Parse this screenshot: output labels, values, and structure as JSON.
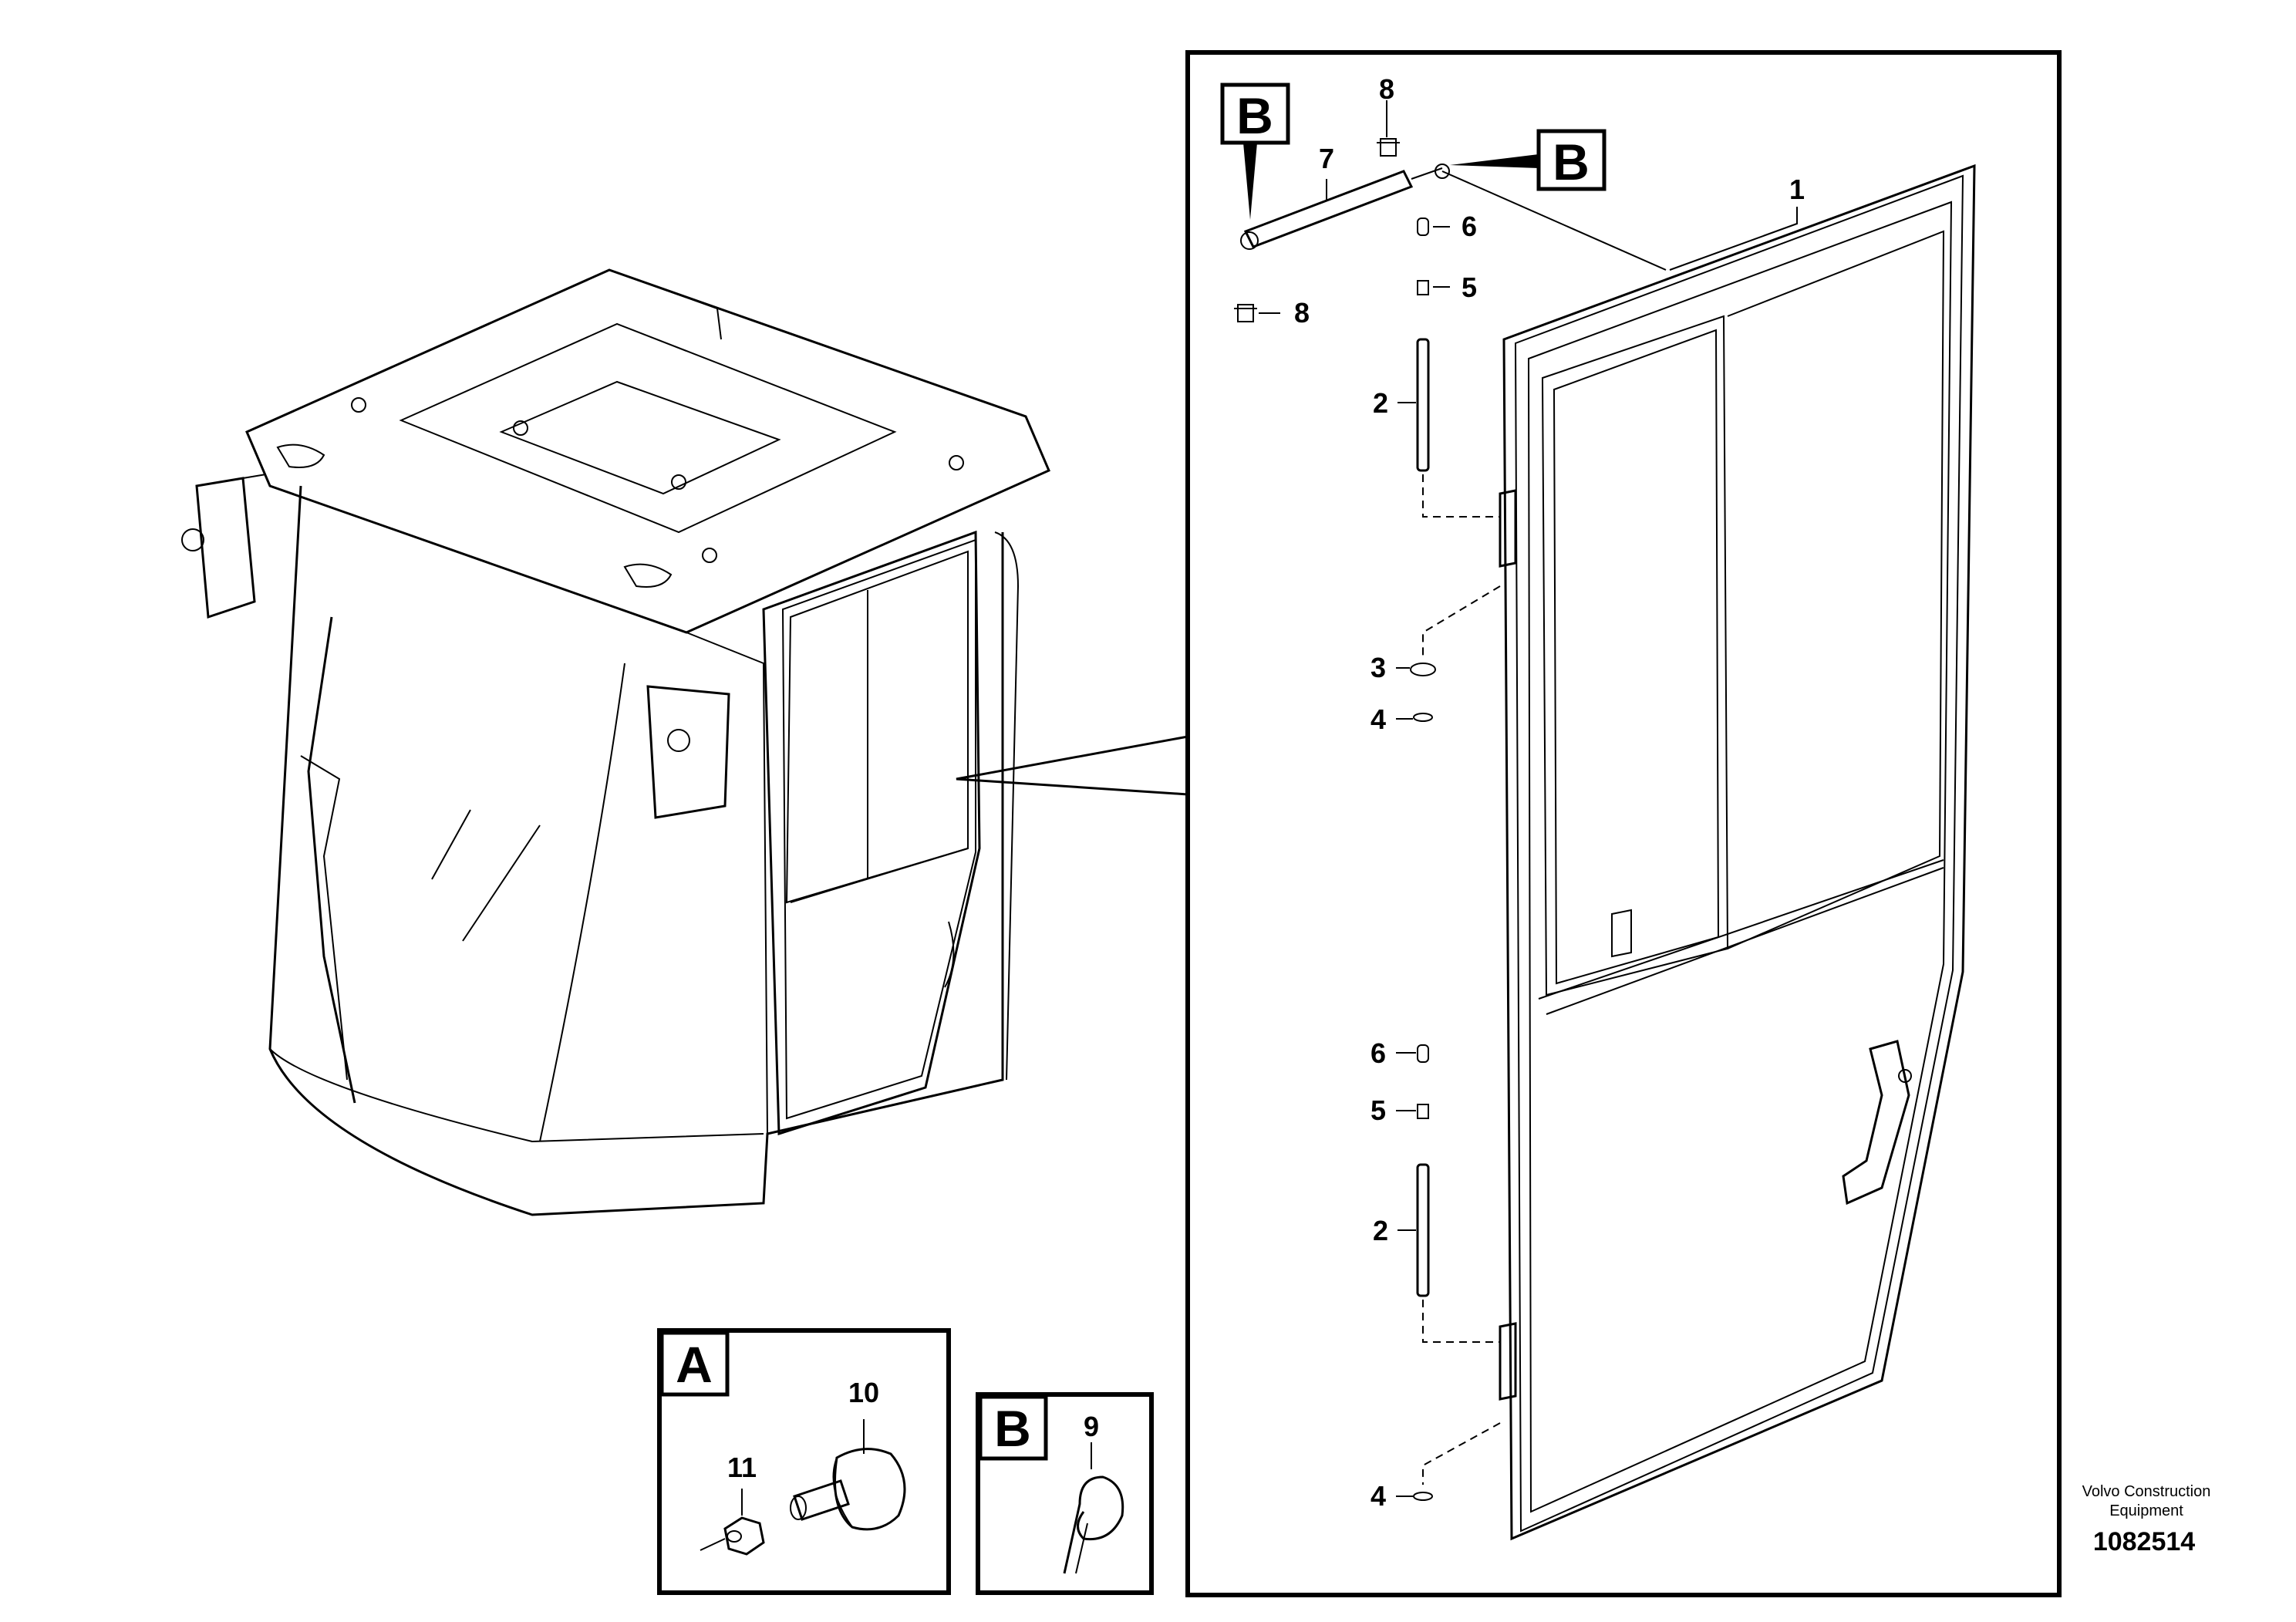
{
  "callouts": {
    "door": "1",
    "pin_upper": "2",
    "pin_lower": "2",
    "washer": "3",
    "clip_mid": "4",
    "clip_bottom": "4",
    "bushing_upper": "5",
    "bushing_lower": "5",
    "cap_upper": "6",
    "cap_lower": "6",
    "gas_strut": "7",
    "strut_screw_top": "8",
    "strut_screw_left": "8",
    "lock_pin": "9",
    "bumper": "10",
    "nut": "11"
  },
  "detail_markers": {
    "b_left": "B",
    "b_right": "B",
    "box_a": "A",
    "box_b": "B"
  },
  "footer": {
    "line1": "Volvo Construction",
    "line2": "Equipment",
    "number": "1082514"
  }
}
